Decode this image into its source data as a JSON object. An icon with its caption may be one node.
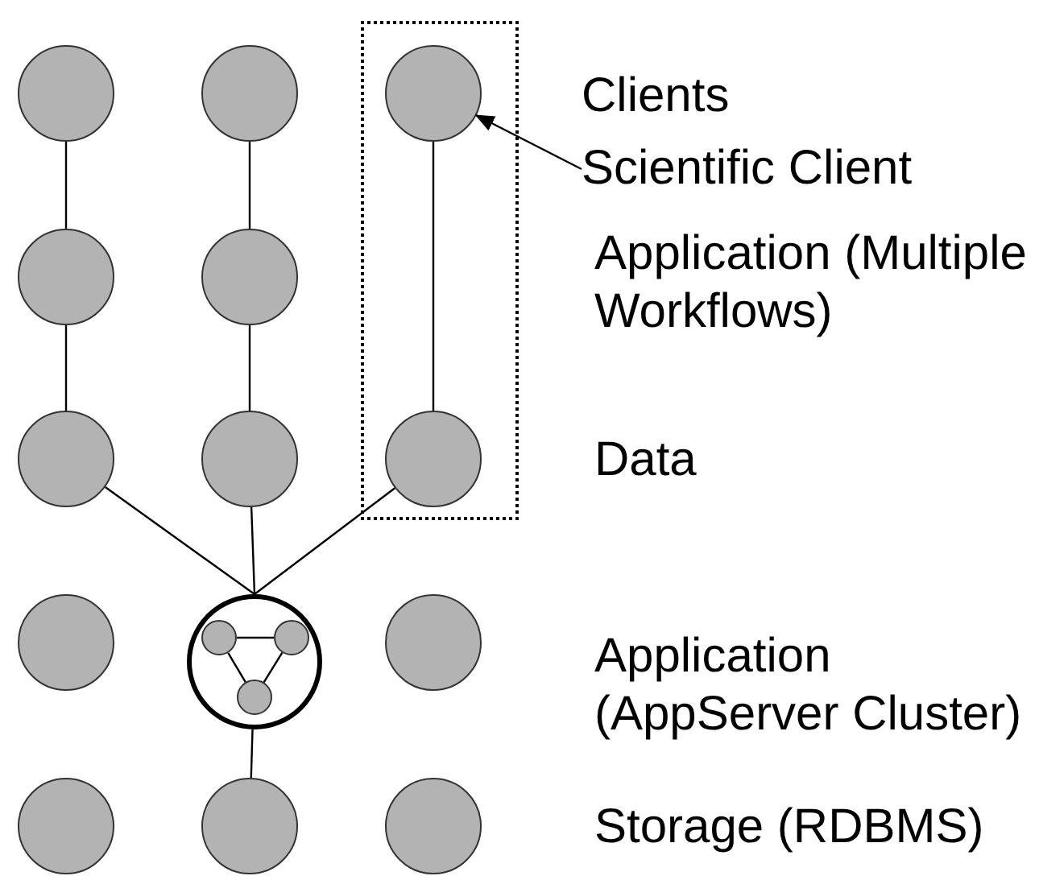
{
  "diagram": {
    "nodes": [
      {
        "text": [],
        "shape": "box"
      },
      {
        "text": [],
        "shape": "circle"
      },
      {
        "text": [],
        "shape": "circle"
      },
      {
        "text": [],
        "shape": "circle",
        "in": 0
      },
      {
        "text": [],
        "shape": "circle"
      },
      {
        "text": [],
        "shape": "circle"
      },
      {
        "text": [],
        "shape": "circle"
      },
      {
        "text": [],
        "shape": "circle"
      },
      {
        "text": [],
        "shape": "circle",
        "in": 0
      },
      {
        "text": [],
        "shape": "circle"
      },
      {
        "text": [],
        "shape": "circle"
      },
      {
        "text": [],
        "shape": "circle"
      },
      {
        "text": [],
        "shape": "circle",
        "in": 10
      },
      {
        "text": [],
        "shape": "circle",
        "in": 10
      },
      {
        "text": [],
        "shape": "circle",
        "in": 10
      },
      {
        "text": [],
        "shape": "circle"
      },
      {
        "text": [],
        "shape": "circle"
      },
      {
        "text": [],
        "shape": "circle"
      },
      {
        "text": [
          "Scientific Client"
        ]
      }
    ],
    "edges": [
      {
        "from": 1,
        "to": 4,
        "arrow": "none"
      },
      {
        "from": 2,
        "to": 5,
        "arrow": "none"
      },
      {
        "from": 3,
        "to": 8,
        "arrow": "none"
      },
      {
        "from": 4,
        "to": 6,
        "arrow": "none"
      },
      {
        "from": 5,
        "to": 7,
        "arrow": "none"
      },
      {
        "from": 6,
        "to": 10,
        "arrow": "none"
      },
      {
        "from": 7,
        "to": 10,
        "arrow": "none"
      },
      {
        "from": 8,
        "to": 10,
        "arrow": "none"
      },
      {
        "from": 10,
        "to": 16,
        "arrow": "none"
      },
      {
        "from": 12,
        "to": 13,
        "arrow": "none"
      },
      {
        "from": 12,
        "to": 14,
        "arrow": "none"
      },
      {
        "from": 13,
        "to": 14,
        "arrow": "none"
      },
      {
        "from": 18,
        "to": 3,
        "arrow": "to"
      }
    ],
    "labels": [
      "Clients",
      "Application (Multiple Workflows)",
      "Data",
      "Application (AppServer Cluster)",
      "Storage (RDBMS)"
    ]
  }
}
